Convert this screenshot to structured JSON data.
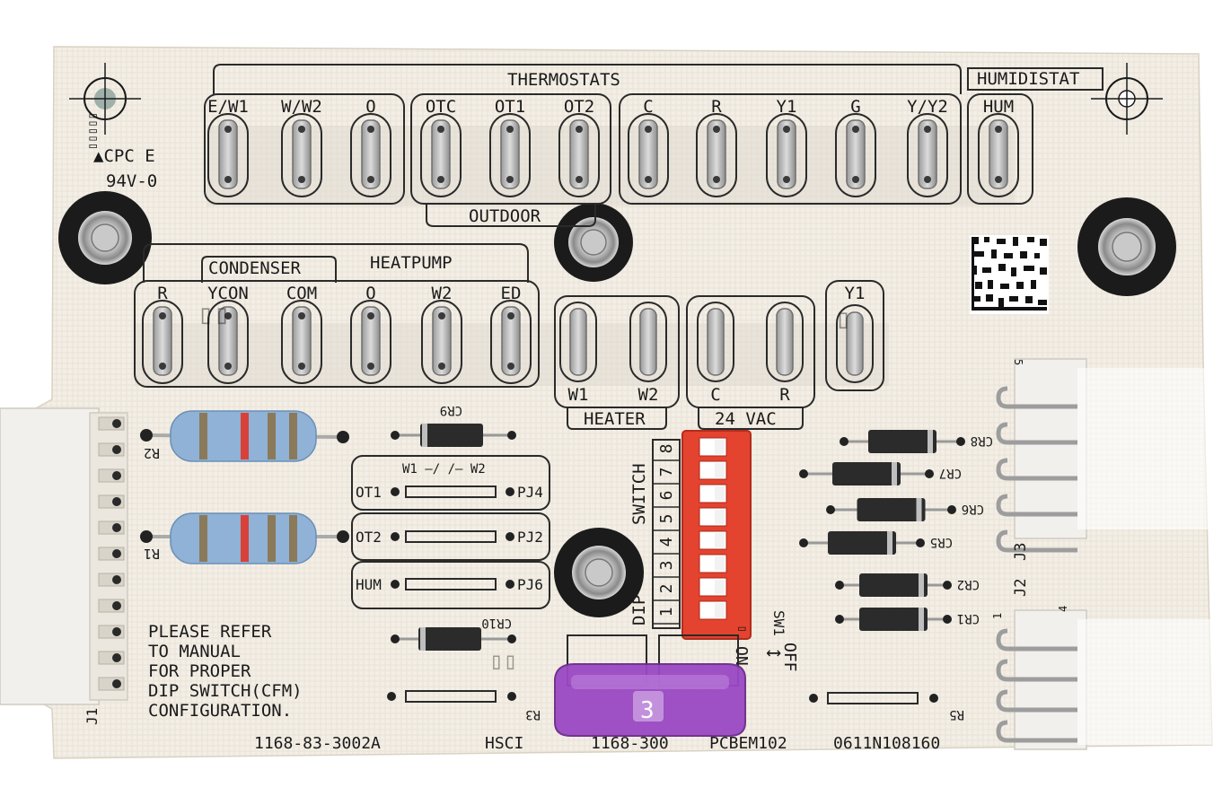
{
  "colors": {
    "board": "#f3efe6",
    "silkscreen": "#2a2a2a",
    "pad_ring": "#1b1b1b",
    "dip_switch": "#e4432f",
    "fuse": "#9a48c4",
    "resistor": "#8fb2d6",
    "diode": "#2b2b2b",
    "connector": "#f2f0ec"
  },
  "labels": {
    "thermostats": "THERMOSTATS",
    "humidistat": "HUMIDISTAT",
    "outdoor": "OUTDOOR",
    "condenser": "CONDENSER",
    "heatpump": "HEATPUMP",
    "heater": "HEATER",
    "vac": "24 VAC",
    "switch": "SWITCH",
    "dip": "DIP",
    "on_off": "ON",
    "off": "OFF",
    "sw1": "SW1",
    "cpc": "▲CPC E",
    "rating": "94V-0",
    "j1": "J1",
    "j2": "J2",
    "j3": "J3",
    "w1w2_jumper": "W1 —/ /— W2"
  },
  "top_terminals": [
    "E/W1",
    "W/W2",
    "O",
    "OTC",
    "OT1",
    "OT2",
    "C",
    "R",
    "Y1",
    "G",
    "Y/Y2",
    "HUM"
  ],
  "mid_terminals": [
    "R",
    "YCON",
    "COM",
    "O",
    "W2",
    "ED"
  ],
  "heater_terminals": [
    "W1",
    "W2"
  ],
  "vac_terminals": [
    "C",
    "R"
  ],
  "y1_terminal": "Y1",
  "dip_numbers": [
    "1",
    "2",
    "3",
    "4",
    "5",
    "6",
    "7",
    "8"
  ],
  "jumpers": [
    {
      "left": "OT1",
      "right": "PJ4"
    },
    {
      "left": "OT2",
      "right": "PJ2"
    },
    {
      "left": "HUM",
      "right": "PJ6"
    }
  ],
  "components": {
    "r1": "R1",
    "r2": "R2",
    "r3": "R3",
    "r5": "R5",
    "cr1": "CR1",
    "cr2": "CR2",
    "cr5": "CR5",
    "cr6": "CR6",
    "cr7": "CR7",
    "cr8": "CR8",
    "cr9": "CR9",
    "cr10": "CR10",
    "fuse": "3"
  },
  "notice": [
    "PLEASE REFER",
    "TO MANUAL",
    "FOR PROPER",
    "DIP SWITCH(CFM)",
    "CONFIGURATION."
  ],
  "bottom_codes": [
    "1168-83-3002A",
    "HSCI",
    "1168-300",
    "PCBEM102",
    "0611N108160"
  ],
  "connector_pins": {
    "j3_top": "5",
    "j2_left": "1",
    "j2_right": "4"
  }
}
